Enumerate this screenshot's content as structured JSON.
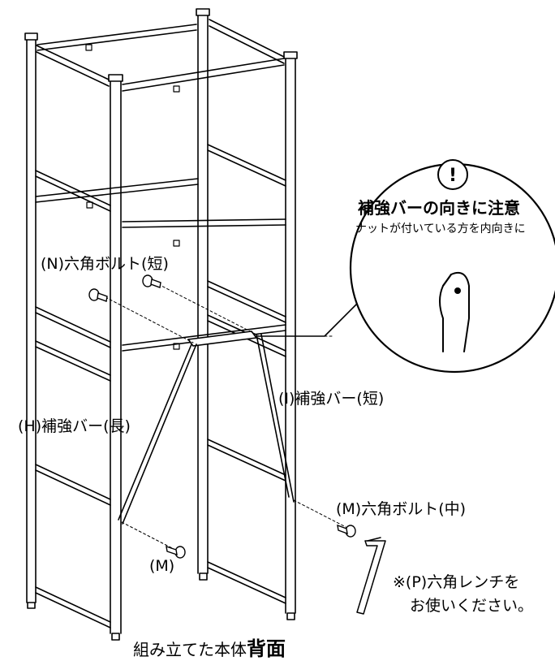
{
  "labels": {
    "n_bolt": "(N)六角ボルト(短)",
    "i_bar": "(I)補強バー(短)",
    "h_bar": "(H)補強バー(長)",
    "m_bolt": "(M)六角ボルト(中)",
    "m_short": "(M)",
    "wrench_line1": "※(P)六角レンチを",
    "wrench_line2": "お使いください。"
  },
  "callout": {
    "mark": "!",
    "title": "補強バーの向きに注意",
    "subtitle": "ナットが付いている方を内向きに"
  },
  "caption": {
    "prefix": "組み立てた本体",
    "emphasis": "背面"
  },
  "colors": {
    "ink": "#000000",
    "paper": "#ffffff"
  },
  "icons": [
    "exclamation-icon",
    "hex-bolt-icon",
    "hex-wrench-icon"
  ]
}
